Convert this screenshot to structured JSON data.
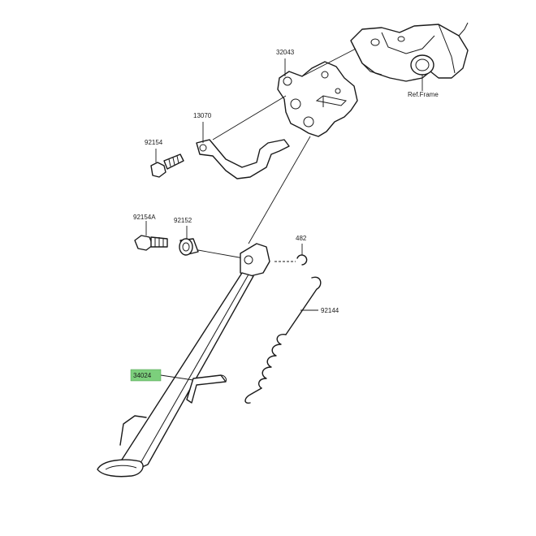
{
  "callouts": {
    "p32043": "32043",
    "ref_frame": "Ref.Frame",
    "p13070": "13070",
    "p92154": "92154",
    "p92154A": "92154A",
    "p92152": "92152",
    "p482": "482",
    "p92144": "92144",
    "p34024": "34024"
  },
  "colors": {
    "highlight": "#7ccf7c",
    "line": "#1a1a1a",
    "background": "#ffffff"
  }
}
